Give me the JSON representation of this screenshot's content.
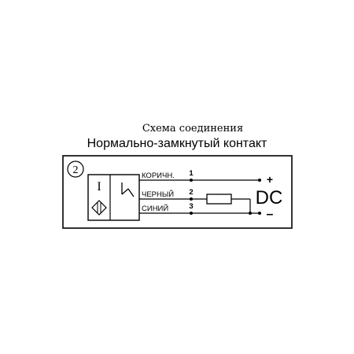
{
  "header": {
    "title": "Схема соединения",
    "subtitle": "Нормально-замкнутый контакт"
  },
  "diagram": {
    "scheme_number": "2",
    "sensor_symbol": "I",
    "wires": [
      {
        "pin": "1",
        "color_label": "КОРИЧН."
      },
      {
        "pin": "2",
        "color_label": "ЧЕРНЫЙ"
      },
      {
        "pin": "3",
        "color_label": "СИНИЙ"
      }
    ],
    "supply": {
      "type": "DC",
      "positive": "+",
      "negative": "–"
    }
  }
}
